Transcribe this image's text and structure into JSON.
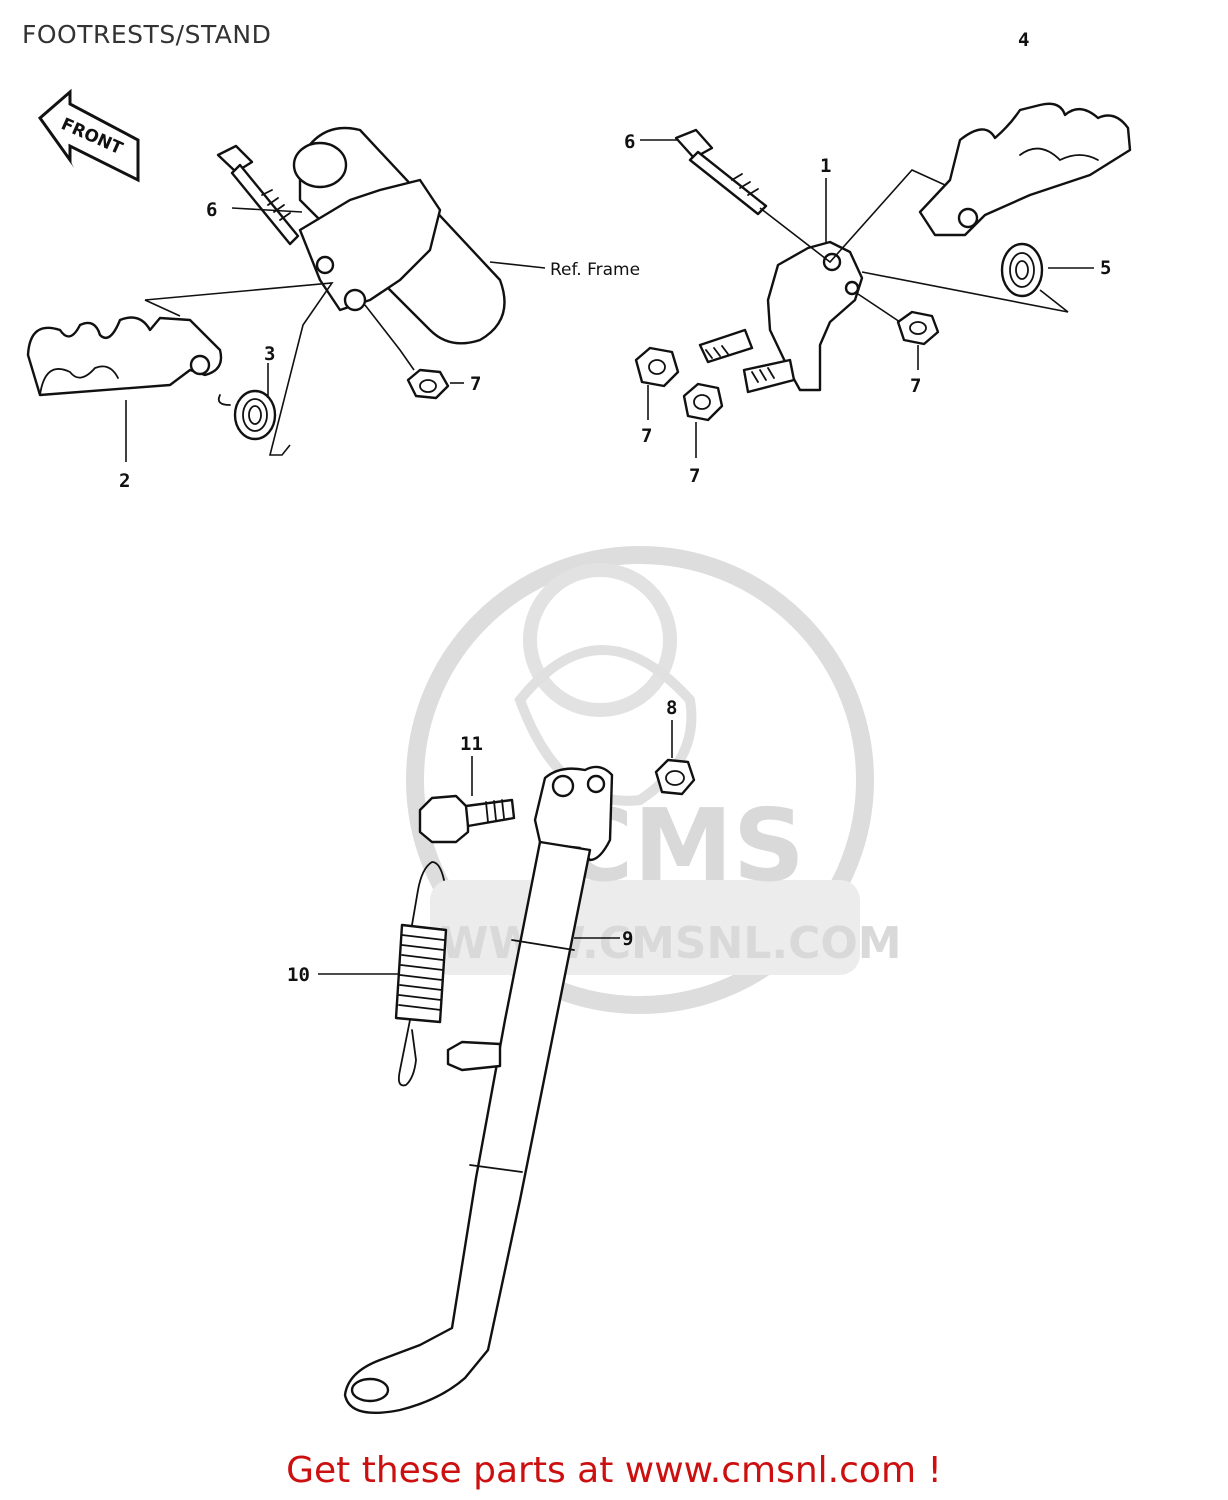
{
  "page": {
    "title": "FOOTRESTS/STAND",
    "footer_link": "Get these parts at www.cmsnl.com !"
  },
  "diagram": {
    "front_arrow_label": "FRONT",
    "ref_frame_label": "Ref. Frame",
    "watermark": {
      "logo_text": "CMS",
      "url_text": "WWW.CMSNL.COM"
    },
    "callouts": {
      "c1": "1",
      "c2": "2",
      "c3": "3",
      "c4": "4",
      "c5": "5",
      "c6a": "6",
      "c6b": "6",
      "c7a": "7",
      "c7b": "7",
      "c7c": "7",
      "c7d": "7",
      "c8": "8",
      "c9": "9",
      "c10": "10",
      "c11": "11"
    }
  },
  "colors": {
    "footer_link": "#cc1010",
    "watermark": "#d9d9d9",
    "line_art": "#111111"
  }
}
